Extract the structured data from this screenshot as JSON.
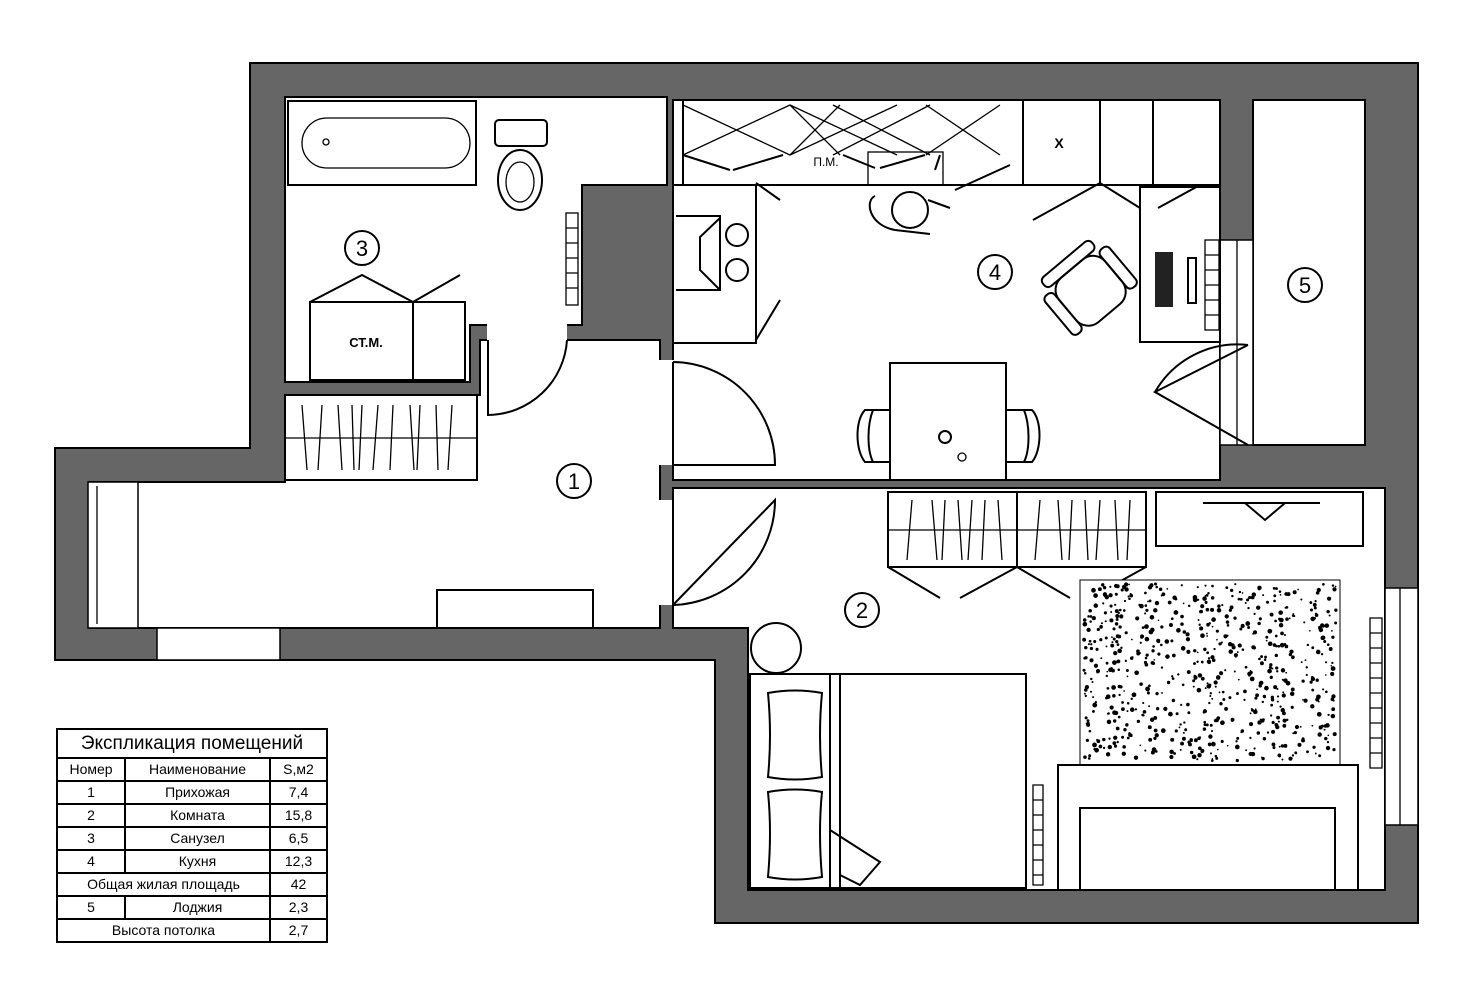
{
  "plan": {
    "room_markers": [
      "1",
      "2",
      "3",
      "4",
      "5"
    ],
    "fixture_labels": {
      "washing_machine": "СТ.М.",
      "dishwasher": "П.М.",
      "fridge": "Х"
    },
    "wall_color": "#666666"
  },
  "explication": {
    "title": "Экспликация помещений",
    "headers": [
      "Номер",
      "Наименование",
      "S,м2"
    ],
    "rows": [
      {
        "num": "1",
        "name": "Прихожая",
        "area": "7,4"
      },
      {
        "num": "2",
        "name": "Комната",
        "area": "15,8"
      },
      {
        "num": "3",
        "name": "Санузел",
        "area": "6,5"
      },
      {
        "num": "4",
        "name": "Кухня",
        "area": "12,3"
      }
    ],
    "total_label": "Общая жилая площадь",
    "total_area": "42",
    "loggia": {
      "num": "5",
      "name": "Лоджия",
      "area": "2,3"
    },
    "height_label": "Высота потолка",
    "height_value": "2,7"
  }
}
